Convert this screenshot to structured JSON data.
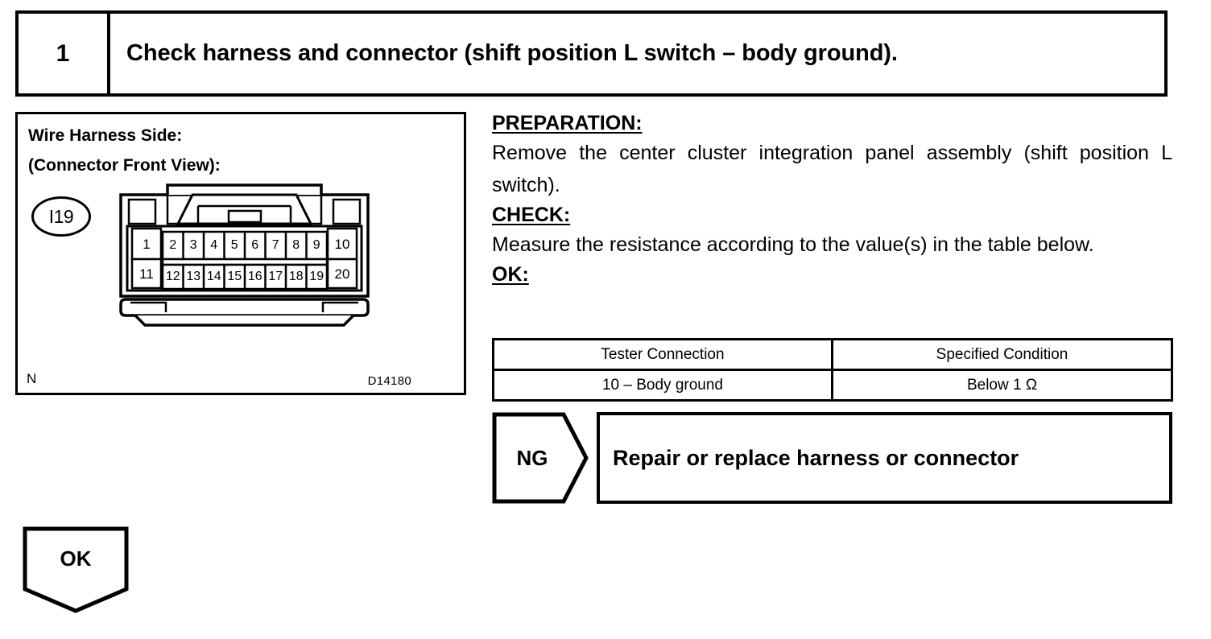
{
  "step": {
    "number": "1",
    "title": "Check harness and connector (shift position L switch – body ground)."
  },
  "figure": {
    "heading_line1": "Wire Harness Side:",
    "heading_line2": "(Connector Front View):",
    "connector_code": "I19",
    "note": "N",
    "drawing_code": "D14180",
    "connector": {
      "rows": [
        [
          "1",
          "2",
          "3",
          "4",
          "5",
          "6",
          "7",
          "8",
          "9",
          "10"
        ],
        [
          "11",
          "12",
          "13",
          "14",
          "15",
          "16",
          "17",
          "18",
          "19",
          "20"
        ]
      ]
    }
  },
  "procedure": {
    "preparation_heading": "PREPARATION:",
    "preparation_text": "Remove the center cluster integration panel assembly (shift position L switch).",
    "check_heading": "CHECK:",
    "check_text": "Measure the resistance according to the value(s) in the table below.",
    "ok_heading": "OK:"
  },
  "spec_table": {
    "headers": [
      "Tester Connection",
      "Specified Condition"
    ],
    "rows": [
      [
        "10 – Body ground",
        "Below 1 Ω"
      ]
    ]
  },
  "branches": {
    "ng": {
      "label": "NG",
      "action": "Repair or replace harness or connector"
    },
    "ok": {
      "label": "OK"
    }
  }
}
